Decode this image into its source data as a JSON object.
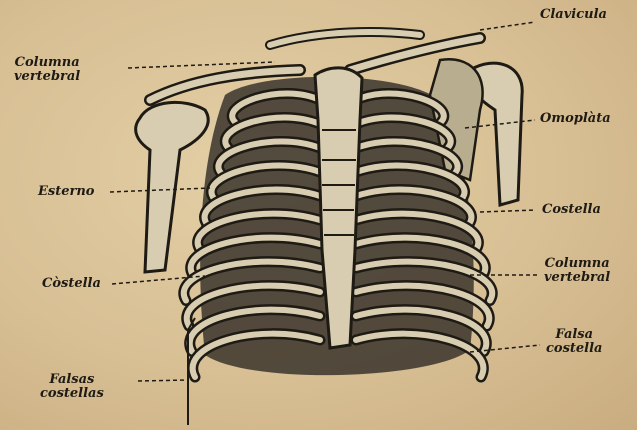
{
  "labels": {
    "clavicula": "Clavicula",
    "columna_left_1": "Columna",
    "columna_left_2": "vertebral",
    "omoplata": "Omoplàta",
    "esterno": "Esterno",
    "costella_right": "Costella",
    "columna_right_1": "Columna",
    "columna_right_2": "vertebral",
    "costella_left": "Còstella",
    "falsa_1": "Falsa",
    "falsa_2": "costella",
    "falsas_1": "Falsas",
    "falsas_2": "costellas"
  },
  "colors": {
    "paper": "#d9c29a",
    "bone": "#d8cdb0",
    "ink": "#1e1a14"
  }
}
